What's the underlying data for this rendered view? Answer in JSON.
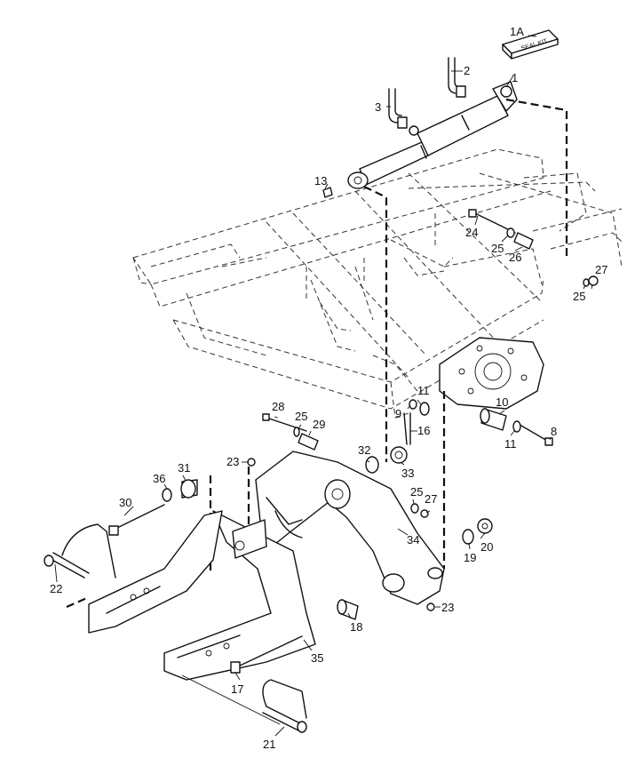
{
  "diagram": {
    "seal_kit": {
      "callout": "1A",
      "text": "SEAL KIT"
    },
    "callouts": [
      {
        "id": "c1",
        "text": "1"
      },
      {
        "id": "c2",
        "text": "2"
      },
      {
        "id": "c3",
        "text": "3"
      },
      {
        "id": "c8",
        "text": "8"
      },
      {
        "id": "c9",
        "text": "9"
      },
      {
        "id": "c10",
        "text": "10"
      },
      {
        "id": "c11a",
        "text": "11"
      },
      {
        "id": "c11b",
        "text": "11"
      },
      {
        "id": "c13",
        "text": "13"
      },
      {
        "id": "c16",
        "text": "16"
      },
      {
        "id": "c17",
        "text": "17"
      },
      {
        "id": "c18",
        "text": "18"
      },
      {
        "id": "c19",
        "text": "19"
      },
      {
        "id": "c20",
        "text": "20"
      },
      {
        "id": "c21",
        "text": "21"
      },
      {
        "id": "c22",
        "text": "22"
      },
      {
        "id": "c23a",
        "text": "23"
      },
      {
        "id": "c23b",
        "text": "23"
      },
      {
        "id": "c24",
        "text": "24"
      },
      {
        "id": "c25a",
        "text": "25"
      },
      {
        "id": "c25b",
        "text": "25"
      },
      {
        "id": "c25c",
        "text": "25"
      },
      {
        "id": "c25d",
        "text": "25"
      },
      {
        "id": "c26",
        "text": "26"
      },
      {
        "id": "c27a",
        "text": "27"
      },
      {
        "id": "c27b",
        "text": "27"
      },
      {
        "id": "c28",
        "text": "28"
      },
      {
        "id": "c29",
        "text": "29"
      },
      {
        "id": "c30",
        "text": "30"
      },
      {
        "id": "c31",
        "text": "31"
      },
      {
        "id": "c32",
        "text": "32"
      },
      {
        "id": "c33",
        "text": "33"
      },
      {
        "id": "c34",
        "text": "34"
      },
      {
        "id": "c35",
        "text": "35"
      },
      {
        "id": "c36",
        "text": "36"
      }
    ]
  }
}
